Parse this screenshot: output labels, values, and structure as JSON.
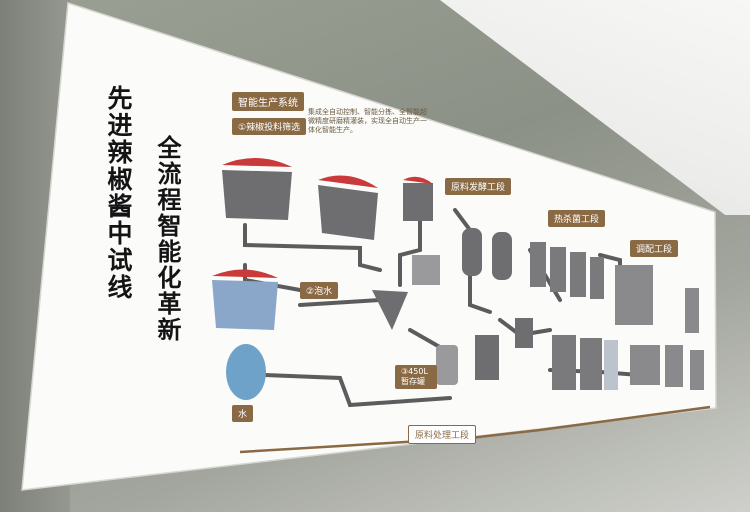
{
  "title_main": "先进辣椒酱中试线",
  "title_sub": "全流程智能化革新",
  "system_title": "智能生产系统",
  "system_desc": "集成全自动控制、智能分拣、全智能超微精度研磨精灌装，实现全自动生产一体化智能生产。",
  "step_sorting": "①辣椒投料筛选",
  "step_soak": "②泡水",
  "step_water": "水",
  "step_temp_storage": "③450L暂存罐",
  "step_raw_process": "原料处理工段",
  "labels": {
    "sec2": "原料发酵工段",
    "sec3": "热杀菌工段",
    "sec4": "调配工段"
  },
  "colors": {
    "tag": "#8a6a45",
    "machine": "#6e6e70",
    "pipe": "#5c5c5e",
    "chili": "#c93a3a"
  }
}
